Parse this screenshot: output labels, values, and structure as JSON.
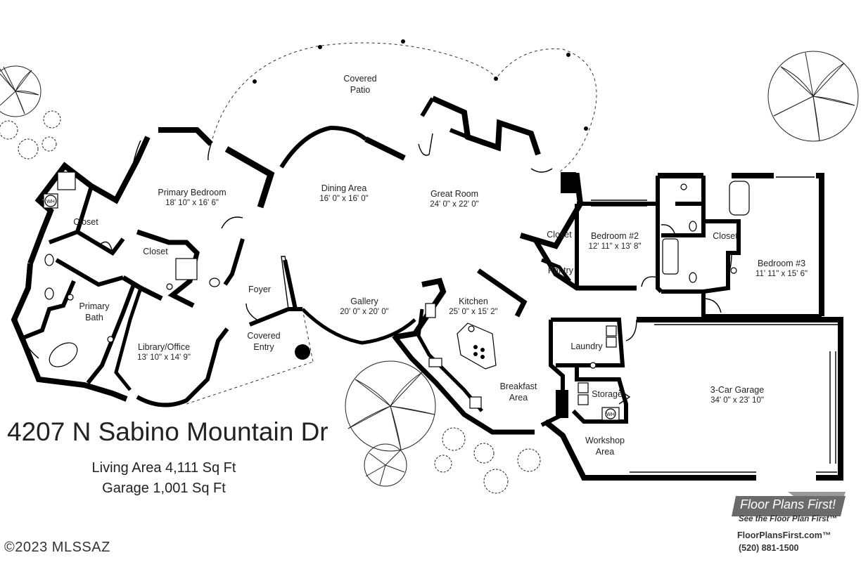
{
  "rooms": [
    {
      "key": "covered_patio",
      "name": "Covered\nPatio",
      "dims": ""
    },
    {
      "key": "primary_bedroom",
      "name": "Primary Bedroom",
      "dims": "18' 10\" x 16' 6\""
    },
    {
      "key": "dining_area",
      "name": "Dining Area",
      "dims": "16' 0\" x 16' 0\""
    },
    {
      "key": "great_room",
      "name": "Great Room",
      "dims": "24' 0\" x 22' 0\""
    },
    {
      "key": "closet_primary",
      "name": "Closet",
      "dims": ""
    },
    {
      "key": "closet_inner",
      "name": "Closet",
      "dims": ""
    },
    {
      "key": "primary_bath",
      "name": "Primary\nBath",
      "dims": ""
    },
    {
      "key": "library",
      "name": "Library/Office",
      "dims": "13' 10\" x 14' 9\""
    },
    {
      "key": "foyer",
      "name": "Foyer",
      "dims": ""
    },
    {
      "key": "covered_entry",
      "name": "Covered\nEntry",
      "dims": ""
    },
    {
      "key": "gallery",
      "name": "Gallery",
      "dims": "20' 0\" x 20' 0\""
    },
    {
      "key": "kitchen",
      "name": "Kitchen",
      "dims": "25' 0\" x 15' 2\""
    },
    {
      "key": "breakfast",
      "name": "Breakfast\nArea",
      "dims": ""
    },
    {
      "key": "closet_bed2",
      "name": "Closet",
      "dims": ""
    },
    {
      "key": "pantry",
      "name": "Pantry",
      "dims": ""
    },
    {
      "key": "bedroom2",
      "name": "Bedroom #2",
      "dims": "12' 11\" x 13' 8\""
    },
    {
      "key": "closet_bed3",
      "name": "Closet",
      "dims": ""
    },
    {
      "key": "bedroom3",
      "name": "Bedroom #3",
      "dims": "11' 11\" x 15' 6\""
    },
    {
      "key": "laundry",
      "name": "Laundry",
      "dims": ""
    },
    {
      "key": "storage",
      "name": "Storage",
      "dims": ""
    },
    {
      "key": "garage",
      "name": "3-Car Garage",
      "dims": "34' 0\" x 23' 10\""
    },
    {
      "key": "workshop",
      "name": "Workshop\nArea",
      "dims": ""
    }
  ],
  "fixture_labels": {
    "wh": "WH"
  },
  "address": "4207 N Sabino Mountain Dr",
  "living_area": "Living Area 4,111 Sq Ft",
  "garage_area": "Garage 1,001 Sq Ft",
  "copyright": "©2023 MLSSAZ",
  "brand": {
    "name": "Floor Plans First!",
    "tagline": "See the Floor Plan First™",
    "url": "FloorPlansFirst.com™",
    "phone": "(520) 881-1500"
  },
  "colors": {
    "walls": "#000000",
    "text": "#222222",
    "background": "#ffffff",
    "brand_badge": "#6b6b6b"
  }
}
